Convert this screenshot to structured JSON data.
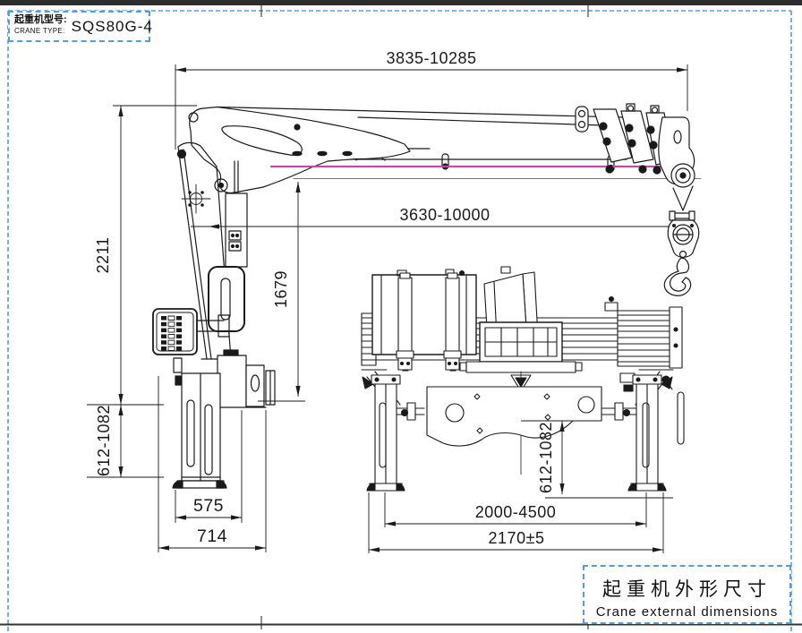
{
  "drawing": {
    "title_block": {
      "label_cn": "起重机型号:",
      "label_en": "CRANE TYPE:",
      "model": "SQS80G-4"
    },
    "caption_block": {
      "title_cn": "起重机外形尺寸",
      "title_en": "Crane external dimensions"
    },
    "dimensions": {
      "boom_span": "3835-10285",
      "hook_span": "3630-10000",
      "overall_height": "2211",
      "boom_clearance": "1679",
      "leg_stroke_side": "612-1082",
      "base_width": "575",
      "base_length": "714",
      "leg_stroke_rear": "612-1082",
      "outrigger_spread": "2000-4500",
      "overall_width": "2170±5"
    },
    "colors": {
      "frame_blue": "#5b9bd5",
      "magenta_line": "#b8509f",
      "ink": "#1a1a1a",
      "gray_line": "#777777"
    }
  }
}
